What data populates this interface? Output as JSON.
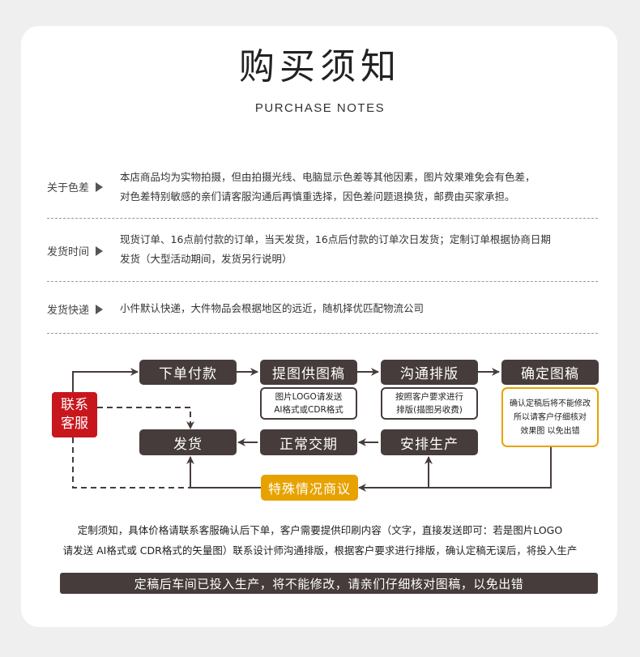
{
  "header": {
    "title": "购买须知",
    "subtitle": "PURCHASE NOTES"
  },
  "notes": [
    {
      "label": "关于色差",
      "lines": [
        "本店商品均为实物拍摄，但由拍摄光线、电脑显示色差等其他因素，图片效果难免会有色差，",
        "对色差特别敏感的亲们请客服沟通后再慎重选择，因色差问题退换货，邮费由买家承担。"
      ]
    },
    {
      "label": "发货时间",
      "lines": [
        "现货订单、16点前付款的订单，当天发货，16点后付款的订单次日发货；定制订单根据协商日期",
        "发货（大型活动期间，发货另行说明）"
      ]
    },
    {
      "label": "发货快递",
      "lines": [
        "小件默认快递，大件物品会根据地区的远近，随机择优匹配物流公司"
      ]
    }
  ],
  "flowchart": {
    "contact": {
      "line1": "联系",
      "line2": "客服"
    },
    "steps": {
      "order_pay": "下单付款",
      "provide_draft": "提图供图稿",
      "communicate_layout": "沟通排版",
      "confirm_draft": "确定图稿",
      "ship": "发货",
      "normal_delivery": "正常交期",
      "arrange_production": "安排生产",
      "special_negotiation": "特殊情况商议"
    },
    "notes": {
      "provide_draft": [
        "图片LOGO请发送",
        "AI格式或CDR格式"
      ],
      "communicate_layout": [
        "按照客户要求进行",
        "排版(描图另收费)"
      ],
      "confirm_draft": [
        "确认定稿后将不能修改",
        "所以请客户仔细核对",
        "效果图 以免出错"
      ]
    },
    "colors": {
      "box": "#463c3b",
      "contact": "#c8161d",
      "special": "#e8a200"
    }
  },
  "footer": {
    "line1": "定制须知，具体价格请联系客服确认后下单，客户需要提供印刷内容（文字，直接发送即可：若是图片LOGO",
    "line2": "请发送 AI格式或 CDR格式的矢量图）联系设计师沟通排版，根据客户要求进行排版，确认定稿无误后，将投入生产",
    "banner": "定稿后车间已投入生产，将不能修改，请亲们仔细核对图稿，以免出错"
  }
}
